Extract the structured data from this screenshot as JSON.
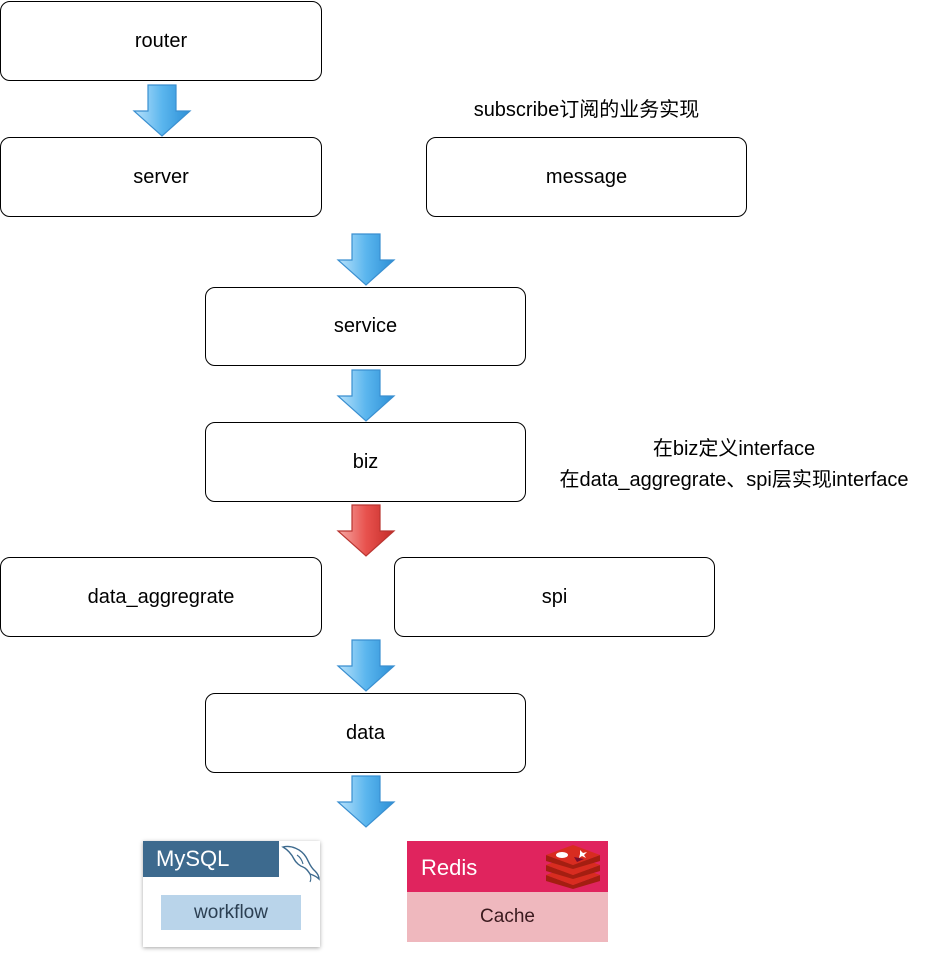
{
  "nodes": {
    "router": "router",
    "server": "server",
    "message": "message",
    "service": "service",
    "biz": "biz",
    "data_aggregrate": "data_aggregrate",
    "spi": "spi",
    "data": "data"
  },
  "notes": {
    "message_note": "subscribe订阅的业务实现",
    "biz_note_line1": "在biz定义interface",
    "biz_note_line2": "在data_aggregrate、spi层实现interface"
  },
  "storage": {
    "mysql": {
      "title": "MySQL",
      "item": "workflow"
    },
    "redis": {
      "title": "Redis",
      "item": "Cache"
    }
  },
  "colors": {
    "arrow_blue": "#5bb6ee",
    "arrow_red": "#e8524e",
    "mysql_header": "#3d6a8e",
    "redis_header": "#e0245e"
  },
  "icons": {
    "mysql_logo": "dolphin-icon",
    "redis_logo": "redis-cube-icon"
  }
}
